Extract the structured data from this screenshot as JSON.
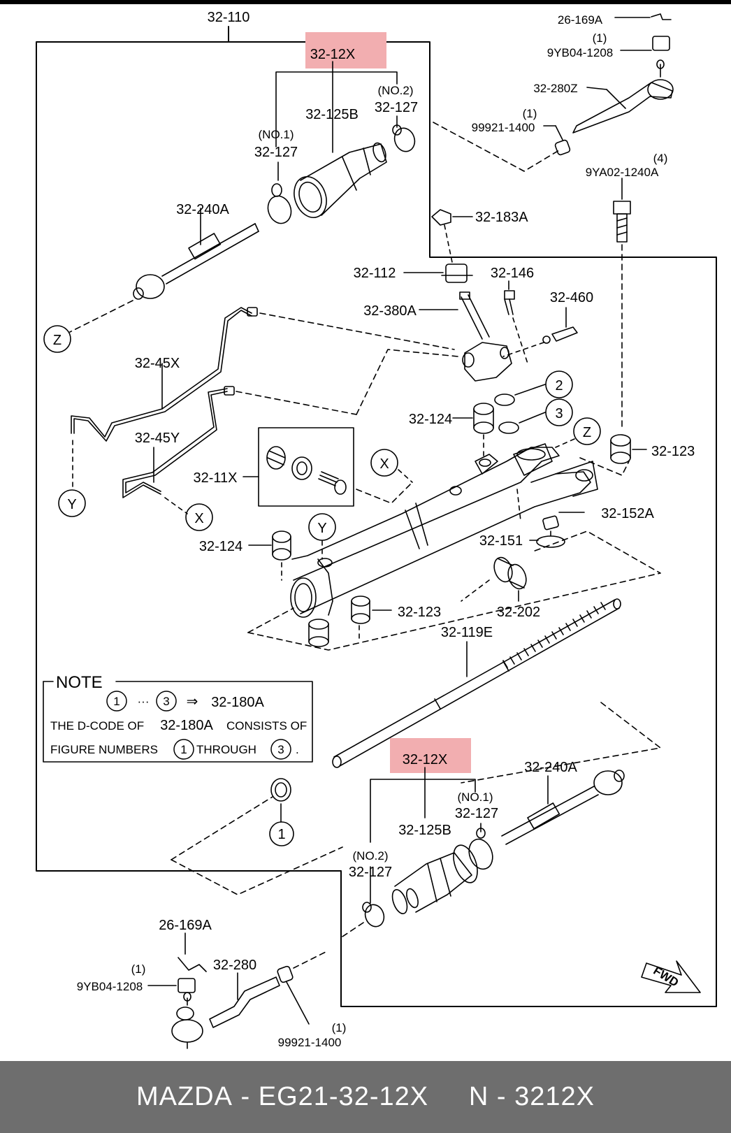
{
  "labels": {
    "p32_110": "32-110",
    "p26_169A_top": "26-169A",
    "q1_a": "(1)",
    "p9YB04_1208_top": "9YB04-1208",
    "p32_12X_top": "32-12X",
    "p32_280Z": "32-280Z",
    "no2_top": "(NO.2)",
    "p32_127_no2_top": "32-127",
    "p32_125B_top": "32-125B",
    "no1_top": "(NO.1)",
    "p32_127_no1_top": "32-127",
    "q1_b": "(1)",
    "p99921_1400_top": "99921-1400",
    "q4": "(4)",
    "p9YA02_1240A": "9YA02-1240A",
    "p32_240A_top": "32-240A",
    "p32_183A": "32-183A",
    "p32_112": "32-112",
    "p32_146": "32-146",
    "p32_460": "32-460",
    "p32_380A": "32-380A",
    "p32_45X": "32-45X",
    "circ2": "2",
    "circ3": "3",
    "p32_124_a": "32-124",
    "circZ_mid": "Z",
    "p32_123_right": "32-123",
    "p32_45Y": "32-45Y",
    "p32_11X": "32-11X",
    "circX_a": "X",
    "circZ_left": "Z",
    "circY_left": "Y",
    "circX_b": "X",
    "p32_152A": "32-152A",
    "circY_mid": "Y",
    "p32_124_b": "32-124",
    "p32_151": "32-151",
    "p32_123_low": "32-123",
    "p32_202": "32-202",
    "p32_119E": "32-119E",
    "p32_12X_bottom": "32-12X",
    "p32_240A_bottom": "32-240A",
    "no1_bot": "(NO.1)",
    "p32_127_no1_bot": "32-127",
    "p32_125B_bot": "32-125B",
    "no2_bot": "(NO.2)",
    "p32_127_no2_bot": "32-127",
    "circ1_bottom": "1",
    "p26_169A_bottom": "26-169A",
    "q1_c": "(1)",
    "p32_280": "32-280",
    "p9YB04_1208_bottom": "9YB04-1208",
    "q1_d": "(1)",
    "p99921_1400_bottom": "99921-1400",
    "fwd": "FWD"
  },
  "note": {
    "title": "NOTE",
    "c1": "1",
    "dots": "···",
    "c3": "3",
    "arrow": "⇒",
    "ref": "32-180A",
    "line2a": "THE D-CODE OF",
    "line2b": "32-180A",
    "line2c": "CONSISTS OF",
    "line3a": "FIGURE NUMBERS",
    "c1b": "1",
    "line3b": "THROUGH",
    "c3b": "3",
    "period": "."
  },
  "footer": {
    "brand": "MAZDA",
    "sep1": " - ",
    "part": "EG21-32-12X",
    "gap": "     ",
    "n": "N",
    "sep2": " - ",
    "code": "3212X"
  },
  "colors": {
    "highlight": "#f2aeb0",
    "footer_bg": "#6e6e6e"
  }
}
